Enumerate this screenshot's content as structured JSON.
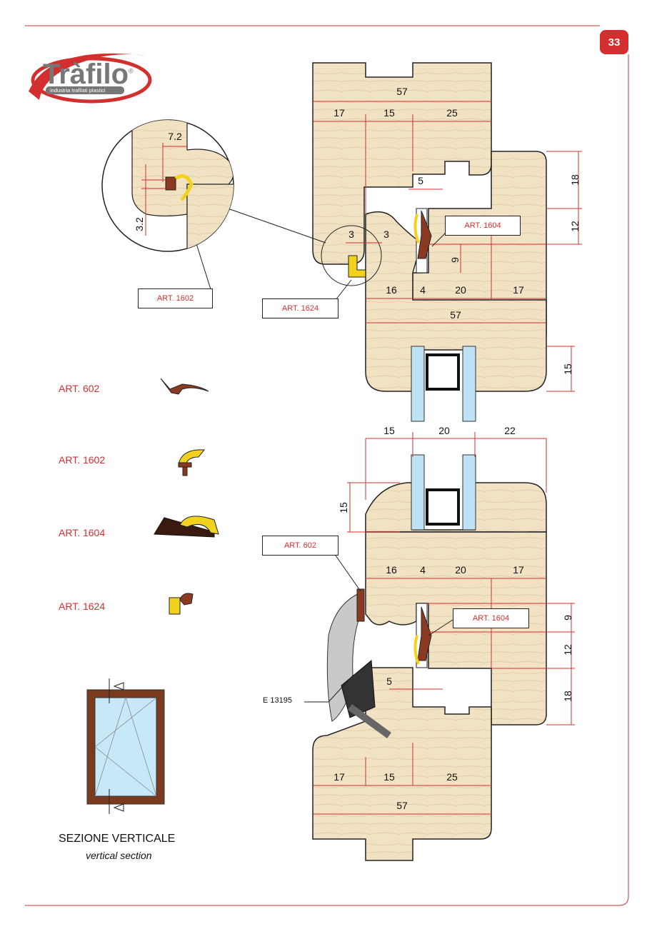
{
  "page": {
    "number": "33"
  },
  "logo": {
    "brand": "Tràfilo",
    "trademark": "®",
    "tagline": "industria trafilati plastici"
  },
  "legend": [
    {
      "label": "ART. 602"
    },
    {
      "label": "ART. 1602"
    },
    {
      "label": "ART. 1604"
    },
    {
      "label": "ART. 1624"
    }
  ],
  "callouts": {
    "detail_art1602": "ART. 1602",
    "top_art1624": "ART. 1624",
    "top_art1604": "ART. 1604",
    "bottom_art602": "ART. 602",
    "bottom_art1604": "ART. 1604",
    "profile_code": "E 13195"
  },
  "dimensions": {
    "detail": {
      "width": "7.2",
      "height": "3.2"
    },
    "top": {
      "overall_top": "57",
      "seg1": "17",
      "seg2": "15",
      "seg3": "25",
      "gap": "5",
      "slot_a": "3",
      "slot_b": "3",
      "h9": "9",
      "right_18": "18",
      "right_12": "12",
      "lower_16": "16",
      "lower_4": "4",
      "lower_20": "20",
      "lower_17": "17",
      "overall_bottom": "57",
      "glass_15": "15"
    },
    "bottom": {
      "top_15": "15",
      "top_20": "20",
      "top_22": "22",
      "left_15": "15",
      "m16": "16",
      "m4": "4",
      "m20": "20",
      "m17": "17",
      "right_9": "9",
      "right_12": "12",
      "right_18": "18",
      "gap": "5",
      "seg1": "17",
      "seg2": "15",
      "seg3": "25",
      "overall": "57"
    }
  },
  "caption": {
    "title": "SEZIONE VERTICALE",
    "subtitle": "vertical section"
  },
  "colors": {
    "accent": "#d32f2f",
    "wood": "#f1e2c4",
    "gasket_yellow": "#f2d21e",
    "gasket_brown": "#8b3a22",
    "frame_brown": "#7a3a1e",
    "glass": "#bfe3f5"
  }
}
